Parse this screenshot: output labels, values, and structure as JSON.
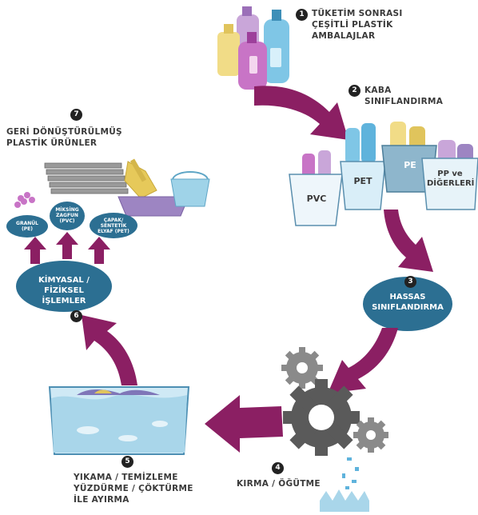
{
  "steps": [
    {
      "num": "1",
      "label": "TÜKETİM SONRASI\nÇEŞİTLİ PLASTİK\nAMBALAJLAR"
    },
    {
      "num": "2",
      "label": "KABA\nSINIFLANDIRMA"
    },
    {
      "num": "3",
      "label": "HASSAS\nSINIFLANDIRMA"
    },
    {
      "num": "4",
      "label": "KIRMA / ÖĞÜTME"
    },
    {
      "num": "5",
      "label": "YIKAMA / TEMİZLEME\nYÜZDÜRME / ÇÖKTÜRME\nİLE AYIRMA"
    },
    {
      "num": "6",
      "label": "KİMYASAL / FİZİKSEL\nİŞLEMLER"
    },
    {
      "num": "7",
      "label": "GERİ DÖNÜŞTÜRÜLMÜŞ\nPLASTİK ÜRÜNLER"
    }
  ],
  "bins": [
    "PVC",
    "PET",
    "PE",
    "PP ve\nDİĞERLERİ"
  ],
  "outputs": [
    "GRANÜL\n(PE)",
    "MİKSİNG\nZAGFUN\n(PVC)",
    "ÇAPAK/\nSENTETİK\nELYAF (PET)"
  ],
  "colors": {
    "arrow": "#8b1f63",
    "accent": "#2c6f92",
    "text": "#3a3a3a",
    "gear": "#5a5a5a",
    "water": "#a9d6ea"
  }
}
